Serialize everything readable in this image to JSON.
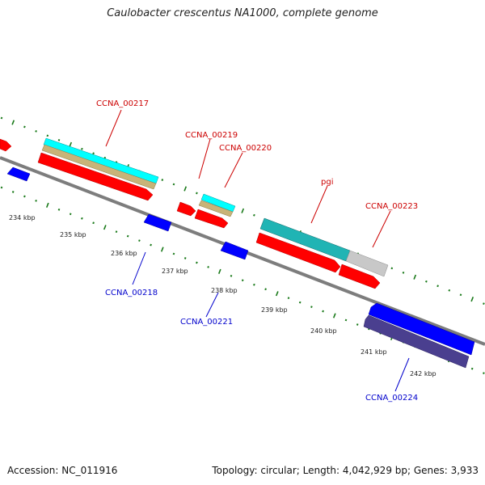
{
  "title": "Caulobacter crescentus NA1000, complete genome",
  "footer": {
    "accession": "Accession: NC_011916",
    "summary": "Topology: circular; Length: 4,042,929 bp; Genes: 3,933"
  },
  "ticks": [
    "234 kbp",
    "235 kbp",
    "236 kbp",
    "237 kbp",
    "238 kbp",
    "239 kbp",
    "240 kbp",
    "241 kbp",
    "242 kbp"
  ],
  "colors": {
    "forward_cds": "#ff0000",
    "reverse_cds": "#0000ff",
    "cyan_feature": "#00ffff",
    "tan_feature": "#c8b478",
    "teal_feature": "#20b2b2",
    "grey_feature": "#c8c8c8",
    "dark_feature": "#4a3f8f",
    "backbone": "#808080",
    "dots": "#1a7a1a",
    "forward_label": "#cc0000",
    "reverse_label": "#0000cc"
  },
  "labels": {
    "forward": [
      "CCNA_00217",
      "CCNA_00219",
      "CCNA_00220",
      "pgi",
      "CCNA_00223"
    ],
    "reverse": [
      "CCNA_00218",
      "CCNA_00221",
      "CCNA_00224"
    ]
  }
}
